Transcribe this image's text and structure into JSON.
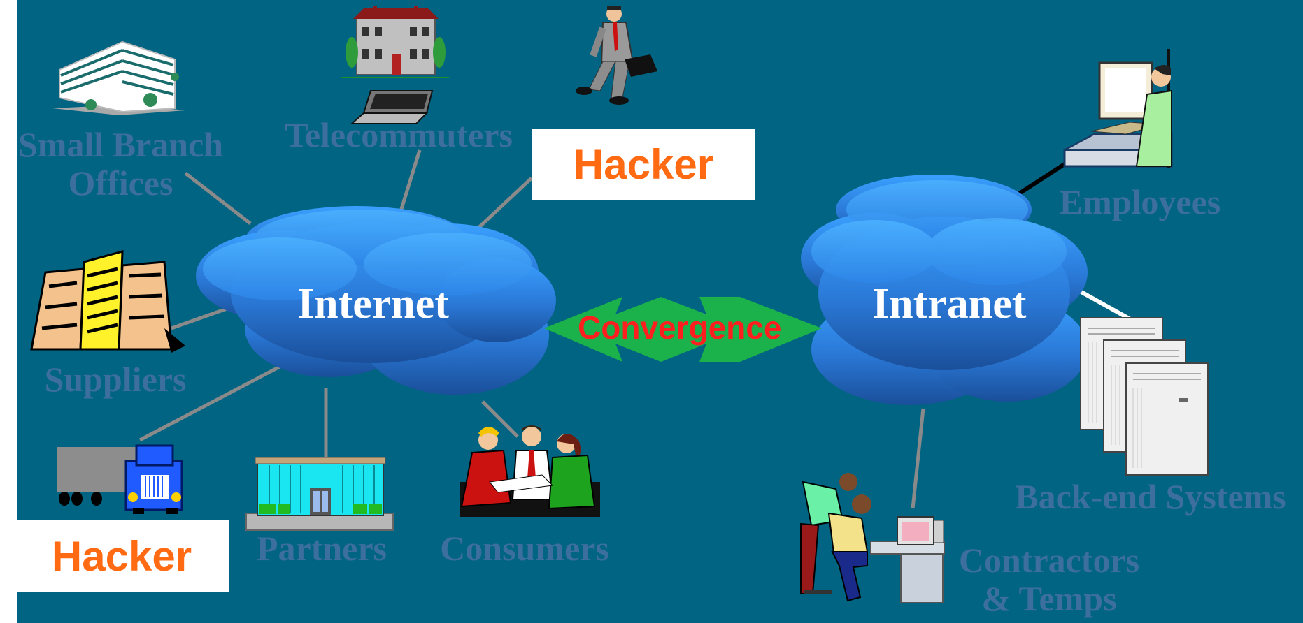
{
  "diagram": {
    "clouds": {
      "internet": "Internet",
      "intranet": "Intranet"
    },
    "arrow_label": "Convergence",
    "hacker_label": "Hacker",
    "external_nodes": {
      "small_branch": [
        "Small Branch",
        "Offices"
      ],
      "telecommuters": "Telecommuters",
      "suppliers": "Suppliers",
      "partners": "Partners",
      "consumers": "Consumers"
    },
    "internal_nodes": {
      "employees": "Employees",
      "backend": "Back-end Systems",
      "contractors": [
        "Contractors",
        "& Temps"
      ]
    }
  },
  "colors": {
    "background": "#006482",
    "label_text": "#3d6f9e",
    "hacker_text": "#ff6a13",
    "arrow_fill": "#1bb24b",
    "arrow_text": "#ff1f1f",
    "cloud": "#2f86e6",
    "connector": "#8a8a8a"
  },
  "icons": [
    "office-building-icon",
    "house-icon",
    "laptop-icon",
    "walking-businessman-icon",
    "factory-icon",
    "truck-icon",
    "storefront-icon",
    "meeting-people-icon",
    "computer-user-icon",
    "server-racks-icon",
    "workers-at-computer-icon"
  ]
}
